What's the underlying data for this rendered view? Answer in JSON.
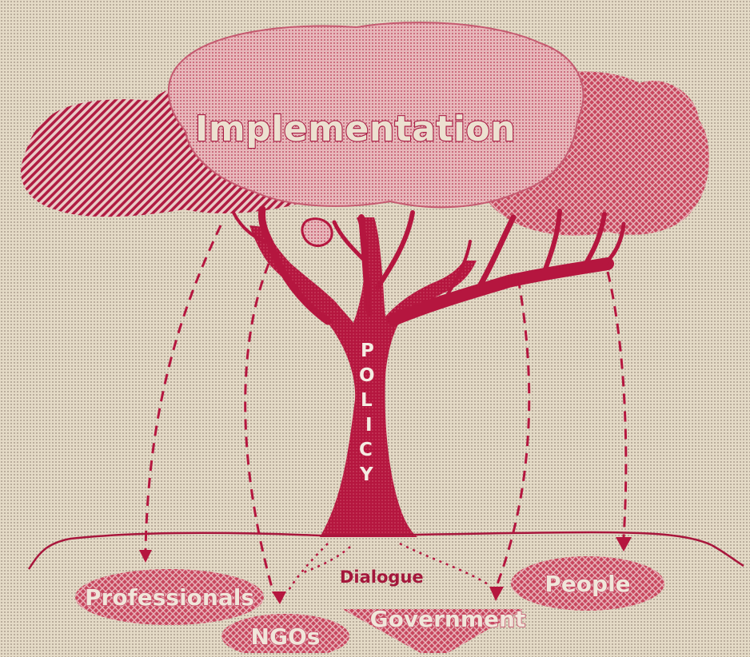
{
  "title": "Implementation",
  "trunk_label": [
    "P",
    "O",
    "L",
    "I",
    "C",
    "Y"
  ],
  "center_label": "Dialogue",
  "stakeholders": {
    "professionals": "Professionals",
    "ngos": "NGOs",
    "government": "Government",
    "people": "People"
  },
  "colors": {
    "background": "#e4dac6",
    "tree": "#b5163f",
    "canopy_light": "#e6b7b9",
    "label_fill": "#c85a72"
  }
}
